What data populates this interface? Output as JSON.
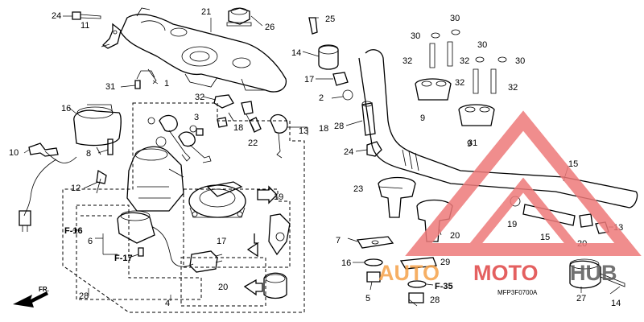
{
  "diagram_code": "MFP3F0700A",
  "front_label": "FR.",
  "callouts": [
    "24",
    "21",
    "26",
    "25",
    "30",
    "11",
    "30",
    "30",
    "14",
    "32",
    "32",
    "30",
    "32",
    "17",
    "31",
    "1",
    "32",
    "32",
    "2",
    "16",
    "3",
    "9",
    "28",
    "13",
    "9",
    "18",
    "31",
    "18",
    "10",
    "8",
    "22",
    "24",
    "15",
    "12",
    "23",
    "19",
    "F-16",
    "6",
    "7",
    "20",
    "19",
    "15",
    "13",
    "17",
    "F-17",
    "29",
    "20",
    "16",
    "28",
    "20",
    "4",
    "F-35",
    "5",
    "28",
    "27",
    "14",
    "27",
    "25"
  ],
  "watermark": {
    "brand_left": "AUTO",
    "brand_mid": "MOTO",
    "brand_right": "HUB",
    "colors": {
      "orange": "#f5a24a",
      "red": "#e04545",
      "gray": "#5a5a5a",
      "triangle": "#ee7a7a"
    }
  }
}
